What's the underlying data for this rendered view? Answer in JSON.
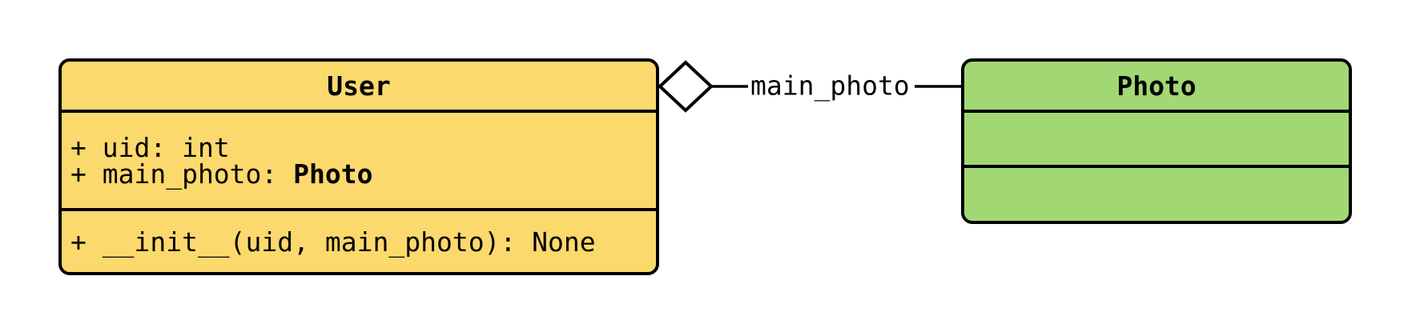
{
  "diagram": {
    "kind": "uml-class-diagram",
    "background": "#ffffff",
    "stroke_color": "#000000"
  },
  "classes": [
    {
      "name": "User",
      "fill": "#FCD96D",
      "attributes": [
        {
          "label": "+ uid: ",
          "type": "int",
          "type_bold": false
        },
        {
          "label": "+ main_photo: ",
          "type": "Photo",
          "type_bold": true
        }
      ],
      "methods": [
        "+ __init__(uid, main_photo): None"
      ]
    },
    {
      "name": "Photo",
      "fill": "#A2D873",
      "attributes": [],
      "methods": []
    }
  ],
  "relationship": {
    "kind": "aggregation",
    "from": "User",
    "to": "Photo",
    "label": "main_photo"
  }
}
